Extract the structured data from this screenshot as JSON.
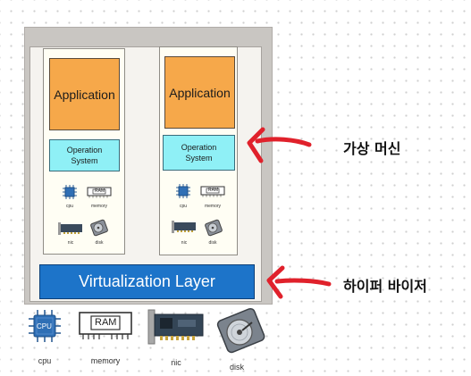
{
  "vms": [
    {
      "application": "Application",
      "os": "Operation\nSystem",
      "hardware": {
        "cpu": "cpu",
        "memory": "memory",
        "nic": "nic",
        "disk": "disk"
      }
    },
    {
      "application": "Application",
      "os": "Operation\nSystem",
      "hardware": {
        "cpu": "cpu",
        "memory": "memory",
        "nic": "nic",
        "disk": "disk"
      }
    }
  ],
  "chip_text": {
    "cpu": "CPU",
    "ram": "RAM"
  },
  "virtualization_layer": "Virtualization Layer",
  "host_hardware": {
    "cpu": "cpu",
    "memory": "memory",
    "nic": "nic",
    "disk": "disk"
  },
  "annotations": {
    "virtual_machine": "가상 머신",
    "hypervisor": "하이퍼 바이저"
  },
  "colors": {
    "application": "#f6a84a",
    "operating_system": "#8ff0f6",
    "virtualization_layer": "#1d74c9",
    "arrow": "#e0212b"
  }
}
